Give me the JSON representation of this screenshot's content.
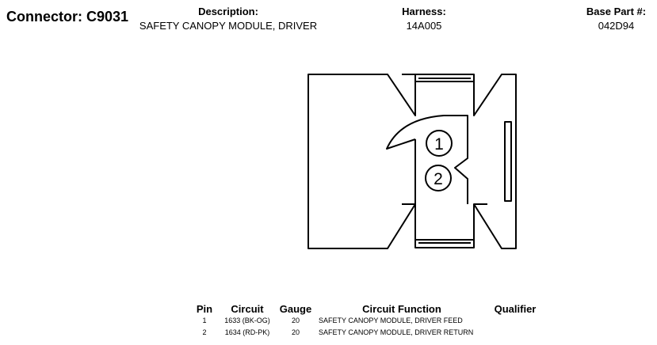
{
  "connector": {
    "title": "Connector: C9031"
  },
  "header": {
    "description_label": "Description:",
    "description_value": "SAFETY CANOPY MODULE, DRIVER",
    "harness_label": "Harness:",
    "harness_value": "14A005",
    "base_part_label": "Base Part #:",
    "base_part_value": "042D94"
  },
  "diagram": {
    "pins": [
      {
        "label": "1"
      },
      {
        "label": "2"
      }
    ]
  },
  "pin_table": {
    "headers": {
      "pin": "Pin",
      "circuit": "Circuit",
      "gauge": "Gauge",
      "function": "Circuit Function",
      "qualifier": "Qualifier"
    },
    "rows": [
      {
        "pin": "1",
        "circuit": "1633 (BK-OG)",
        "gauge": "20",
        "function": "SAFETY CANOPY MODULE, DRIVER FEED",
        "qualifier": ""
      },
      {
        "pin": "2",
        "circuit": "1634 (RD-PK)",
        "gauge": "20",
        "function": "SAFETY CANOPY MODULE, DRIVER RETURN",
        "qualifier": ""
      }
    ]
  }
}
